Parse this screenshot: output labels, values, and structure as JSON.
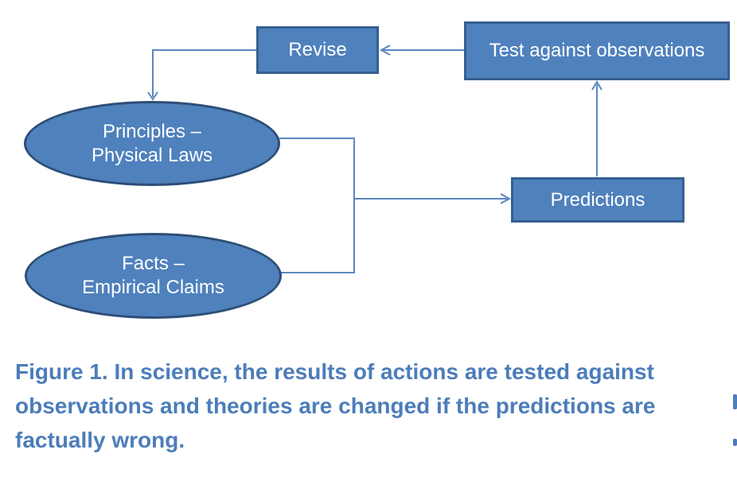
{
  "diagram": {
    "title_hint": "Scientific method feedback loop",
    "nodes": {
      "revise": {
        "label": "Revise",
        "shape": "rectangle"
      },
      "test": {
        "label": "Test against observations",
        "shape": "rectangle"
      },
      "predictions": {
        "label": "Predictions",
        "shape": "rectangle"
      },
      "principles": {
        "label_line1": "Principles –",
        "label_line2": "Physical Laws",
        "shape": "ellipse"
      },
      "facts": {
        "label_line1": "Facts –",
        "label_line2": "Empirical Claims",
        "shape": "ellipse"
      }
    },
    "edges": [
      {
        "from": "test",
        "to": "revise"
      },
      {
        "from": "revise",
        "to": "principles"
      },
      {
        "from": "principles",
        "to": "predictions"
      },
      {
        "from": "facts",
        "to": "predictions"
      },
      {
        "from": "predictions",
        "to": "test"
      }
    ],
    "colors": {
      "shape_fill": "#4F81BD",
      "rect_border": "#365F91",
      "ellipse_border": "#2D4E77",
      "connector": "#5B87BE",
      "shape_text": "#FFFFFF",
      "caption_text": "#4C7DBA"
    }
  },
  "caption": {
    "full_text": "Figure 1. In science, the results of actions are tested against observations and theories are changed if the predictions are factually wrong.",
    "lines": [
      "Figure 1. In science, the results of actions are tested against",
      "observations and theories are changed if the predictions are",
      "factually wrong."
    ]
  }
}
